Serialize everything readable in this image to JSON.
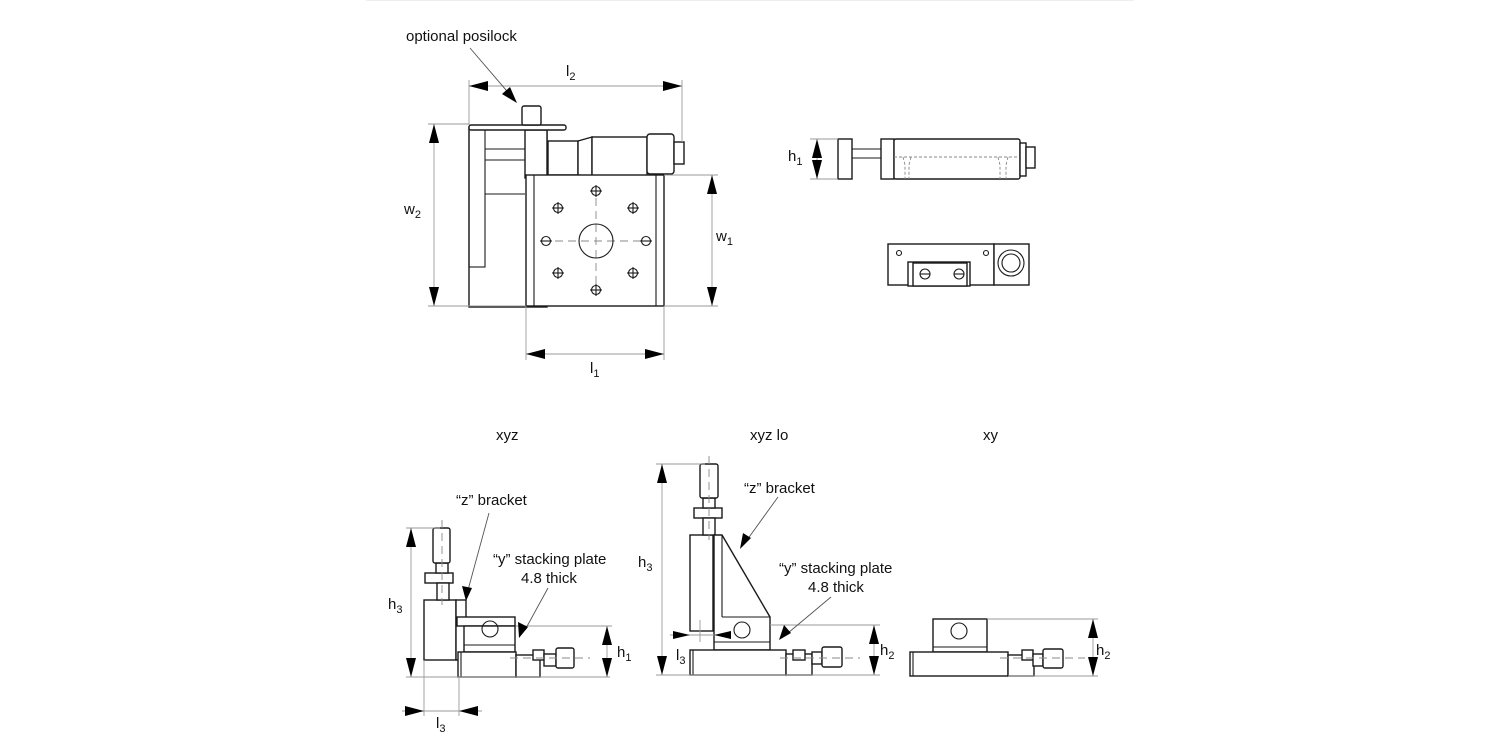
{
  "annotations": {
    "posilock": "optional posilock",
    "z_bracket": "“z” bracket",
    "y_plate_line1": "“y” stacking plate",
    "y_plate_line2": "4.8 thick"
  },
  "view_titles": {
    "xyz": "xyz",
    "xyz_lo": "xyz lo",
    "xy": "xy"
  },
  "dimensions": {
    "l1": {
      "main": "l",
      "sub": "1"
    },
    "l2": {
      "main": "l",
      "sub": "2"
    },
    "l3": {
      "main": "l",
      "sub": "3"
    },
    "w1": {
      "main": "w",
      "sub": "1"
    },
    "w2": {
      "main": "w",
      "sub": "2"
    },
    "h1": {
      "main": "h",
      "sub": "1"
    },
    "h2": {
      "main": "h",
      "sub": "2"
    },
    "h3": {
      "main": "h",
      "sub": "3"
    }
  }
}
